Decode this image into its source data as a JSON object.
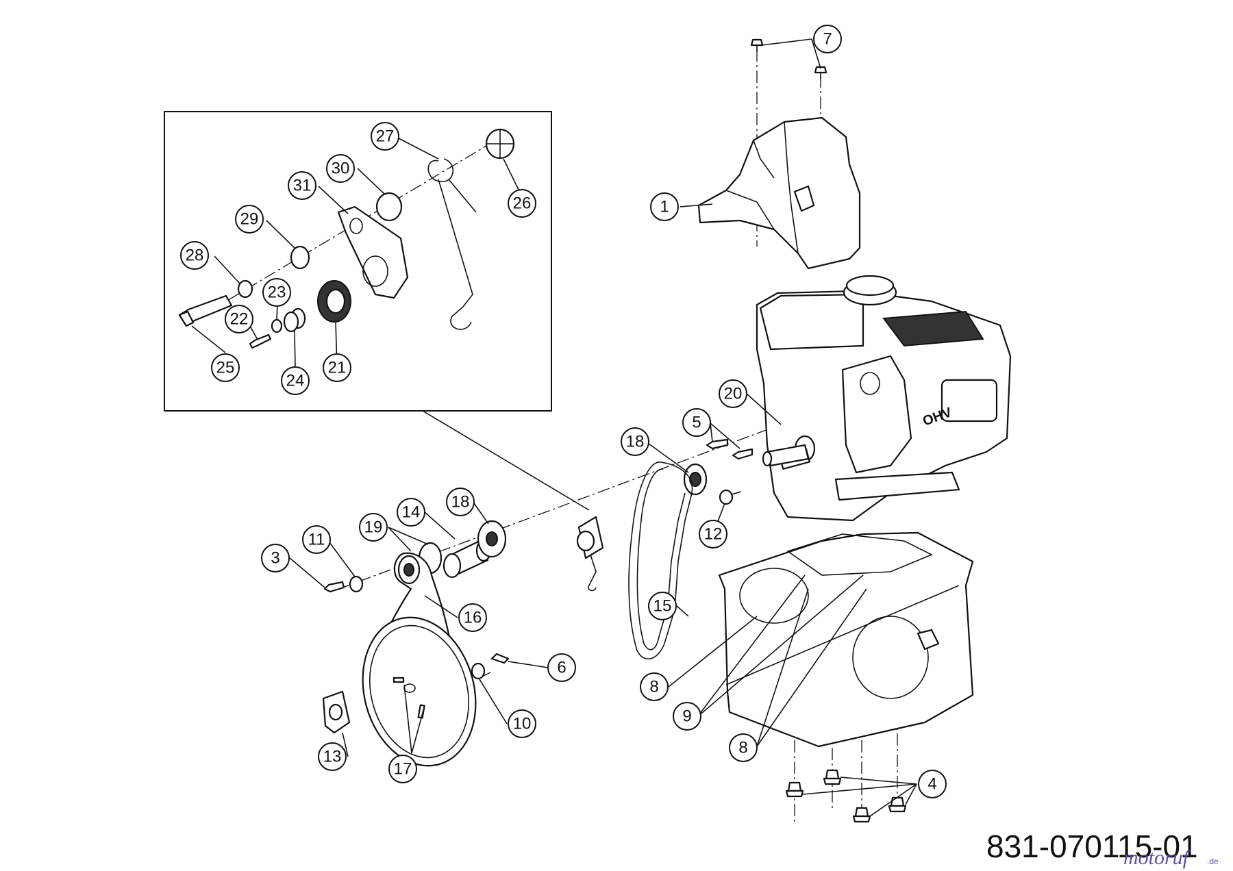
{
  "document_number": "831-070115-01",
  "watermark": {
    "text": "motoruf",
    "suffix": ".de",
    "color": "#5a4fa8"
  },
  "callouts": [
    {
      "id": "c1",
      "label": "1"
    },
    {
      "id": "c2",
      "label": "3"
    },
    {
      "id": "c3",
      "label": "4"
    },
    {
      "id": "c4",
      "label": "5"
    },
    {
      "id": "c5",
      "label": "6"
    },
    {
      "id": "c6",
      "label": "7"
    },
    {
      "id": "c7",
      "label": "8"
    },
    {
      "id": "c8",
      "label": "8"
    },
    {
      "id": "c9",
      "label": "9"
    },
    {
      "id": "c10",
      "label": "10"
    },
    {
      "id": "c11",
      "label": "11"
    },
    {
      "id": "c12",
      "label": "12"
    },
    {
      "id": "c13",
      "label": "13"
    },
    {
      "id": "c14",
      "label": "14"
    },
    {
      "id": "c15",
      "label": "15"
    },
    {
      "id": "c16",
      "label": "16"
    },
    {
      "id": "c17",
      "label": "17"
    },
    {
      "id": "c18",
      "label": "18"
    },
    {
      "id": "c19",
      "label": "18"
    },
    {
      "id": "c20",
      "label": "19"
    },
    {
      "id": "c21",
      "label": "20"
    },
    {
      "id": "c22",
      "label": "21"
    },
    {
      "id": "c23",
      "label": "22"
    },
    {
      "id": "c24",
      "label": "23"
    },
    {
      "id": "c25",
      "label": "24"
    },
    {
      "id": "c26",
      "label": "25"
    },
    {
      "id": "c27",
      "label": "26"
    },
    {
      "id": "c28",
      "label": "27"
    },
    {
      "id": "c29",
      "label": "28"
    },
    {
      "id": "c30",
      "label": "29"
    },
    {
      "id": "c31",
      "label": "30"
    },
    {
      "id": "c32",
      "label": "31"
    }
  ],
  "engine_marking": "OHV"
}
